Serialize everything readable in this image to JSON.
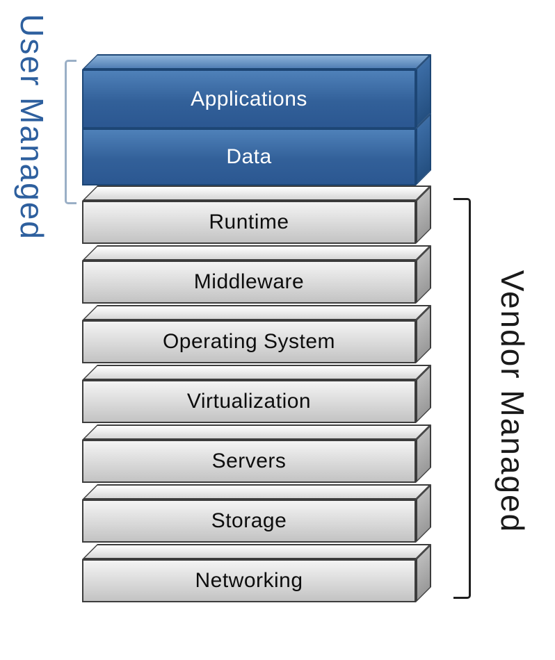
{
  "left_label": {
    "text": "User Managed"
  },
  "right_label": {
    "text": "Vendor Managed"
  },
  "layers": [
    {
      "label": "Applications",
      "group": "user-managed"
    },
    {
      "label": "Data",
      "group": "user-managed"
    },
    {
      "label": "Runtime",
      "group": "vendor-managed"
    },
    {
      "label": "Middleware",
      "group": "vendor-managed"
    },
    {
      "label": "Operating System",
      "group": "vendor-managed"
    },
    {
      "label": "Virtualization",
      "group": "vendor-managed"
    },
    {
      "label": "Servers",
      "group": "vendor-managed"
    },
    {
      "label": "Storage",
      "group": "vendor-managed"
    },
    {
      "label": "Networking",
      "group": "vendor-managed"
    }
  ],
  "colors": {
    "user_box_fill": "#326099",
    "user_box_outline": "#1d4675",
    "user_label_text": "#2d5f9e",
    "user_box_text": "#ffffff",
    "vendor_box_fill": "#dedede",
    "vendor_box_outline": "#3c3c3c",
    "vendor_label_text": "#1a1a1a",
    "vendor_box_text": "#0d0d0d",
    "left_bracket": "#9aafc6",
    "right_bracket": "#1f1f1f"
  }
}
